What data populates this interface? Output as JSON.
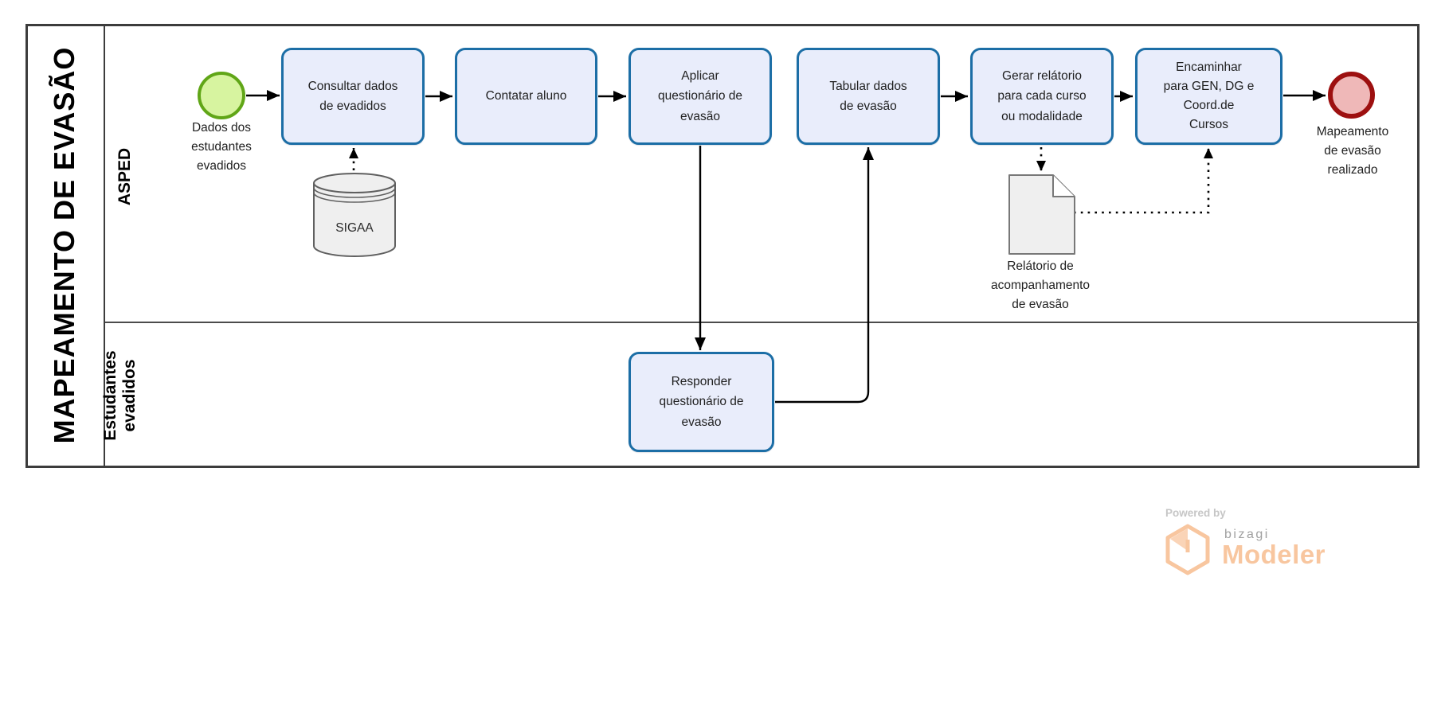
{
  "diagram": {
    "pool": {
      "title": "MAPEAMENTO DE EVASÃO"
    },
    "lanes": [
      {
        "label": "ASPED"
      },
      {
        "label": "Estudantes\nevadidos"
      }
    ],
    "start_event": {
      "label": "Dados dos\nestudantes\nevadidos"
    },
    "end_event": {
      "label": "Mapeamento\nde evasão\nrealizado"
    },
    "tasks": [
      {
        "label": "Consultar dados\nde evadidos"
      },
      {
        "label": "Contatar aluno"
      },
      {
        "label": "Aplicar\nquestionário de\nevasão"
      },
      {
        "label": "Tabular dados\nde evasão"
      },
      {
        "label": "Gerar relátorio\npara cada curso\nou modalidade"
      },
      {
        "label": "Encaminhar\npara GEN, DG e\nCoord.de\nCursos"
      },
      {
        "label": "Responder\nquestionário de\nevasão"
      }
    ],
    "data_store": {
      "label": "SIGAA"
    },
    "data_object": {
      "label": "Relátorio de\nacompanhamento\nde evasão"
    },
    "colors": {
      "task_fill": "#e9edfb",
      "task_border": "#1c6ea6",
      "start_fill": "#d7f4a0",
      "start_border": "#60a617",
      "end_fill": "#efb8b8",
      "end_border": "#9d1010",
      "flow": "#000000",
      "shape_fill": "#efefef",
      "shape_stroke": "#606060",
      "doc_stroke": "#787878",
      "pool_border": "#3c3c3c",
      "lane_divider": "#4c4c4c"
    }
  },
  "branding": {
    "powered_by": "Powered by",
    "brand": "bizagi",
    "product": "Modeler",
    "accent_color": "#f8c69f",
    "gray_color": "#a0a0a0",
    "powered_color": "#c6c6c6"
  }
}
